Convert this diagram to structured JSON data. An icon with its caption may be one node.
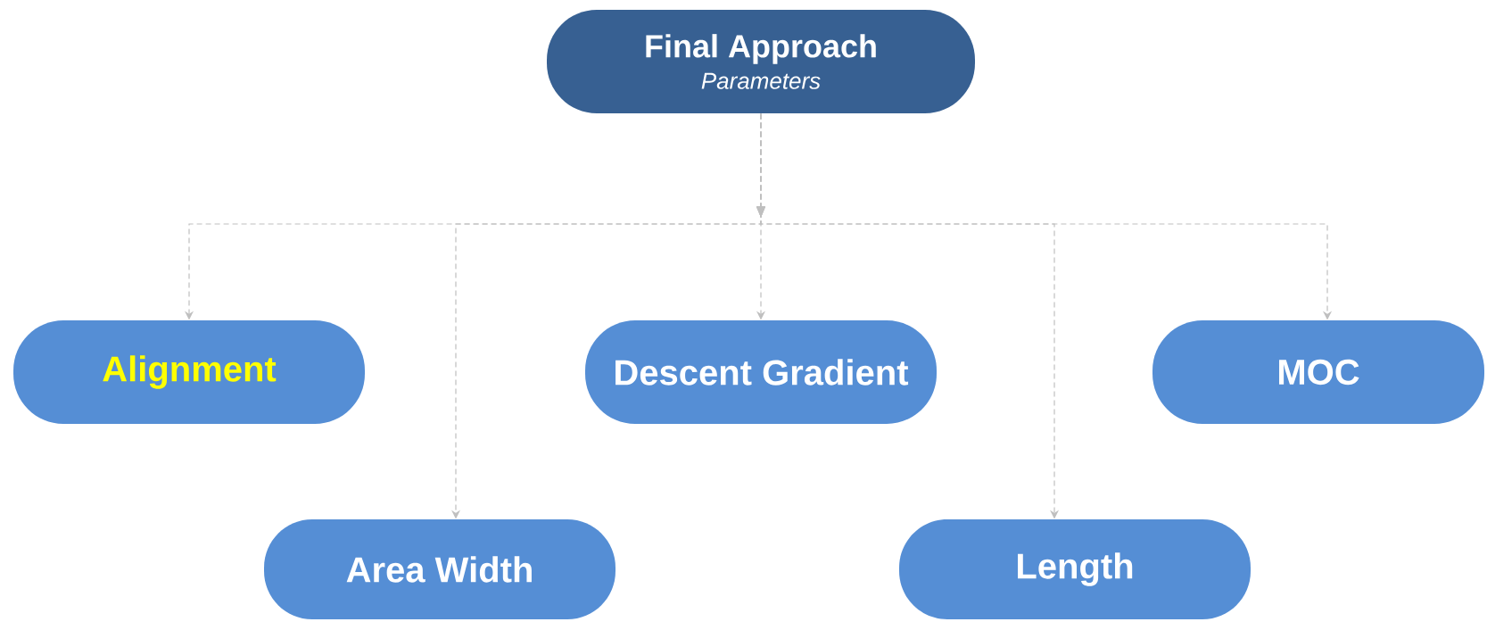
{
  "diagram": {
    "nodes": [
      {
        "text": [
          "Final Approach",
          "Parameters"
        ]
      },
      {
        "text": [
          "Alignment"
        ]
      },
      {
        "text": [
          "Descent Gradient"
        ]
      },
      {
        "text": [
          "MOC"
        ]
      },
      {
        "text": [
          "Area Width"
        ]
      },
      {
        "text": [
          "Length"
        ]
      }
    ],
    "edges": [
      {
        "from": 0,
        "to": 1,
        "arrow": "to"
      },
      {
        "from": 0,
        "to": 4,
        "arrow": "to"
      },
      {
        "from": 0,
        "to": 2,
        "arrow": "to"
      },
      {
        "from": 0,
        "to": 5,
        "arrow": "to"
      },
      {
        "from": 0,
        "to": 3,
        "arrow": "to"
      }
    ]
  }
}
